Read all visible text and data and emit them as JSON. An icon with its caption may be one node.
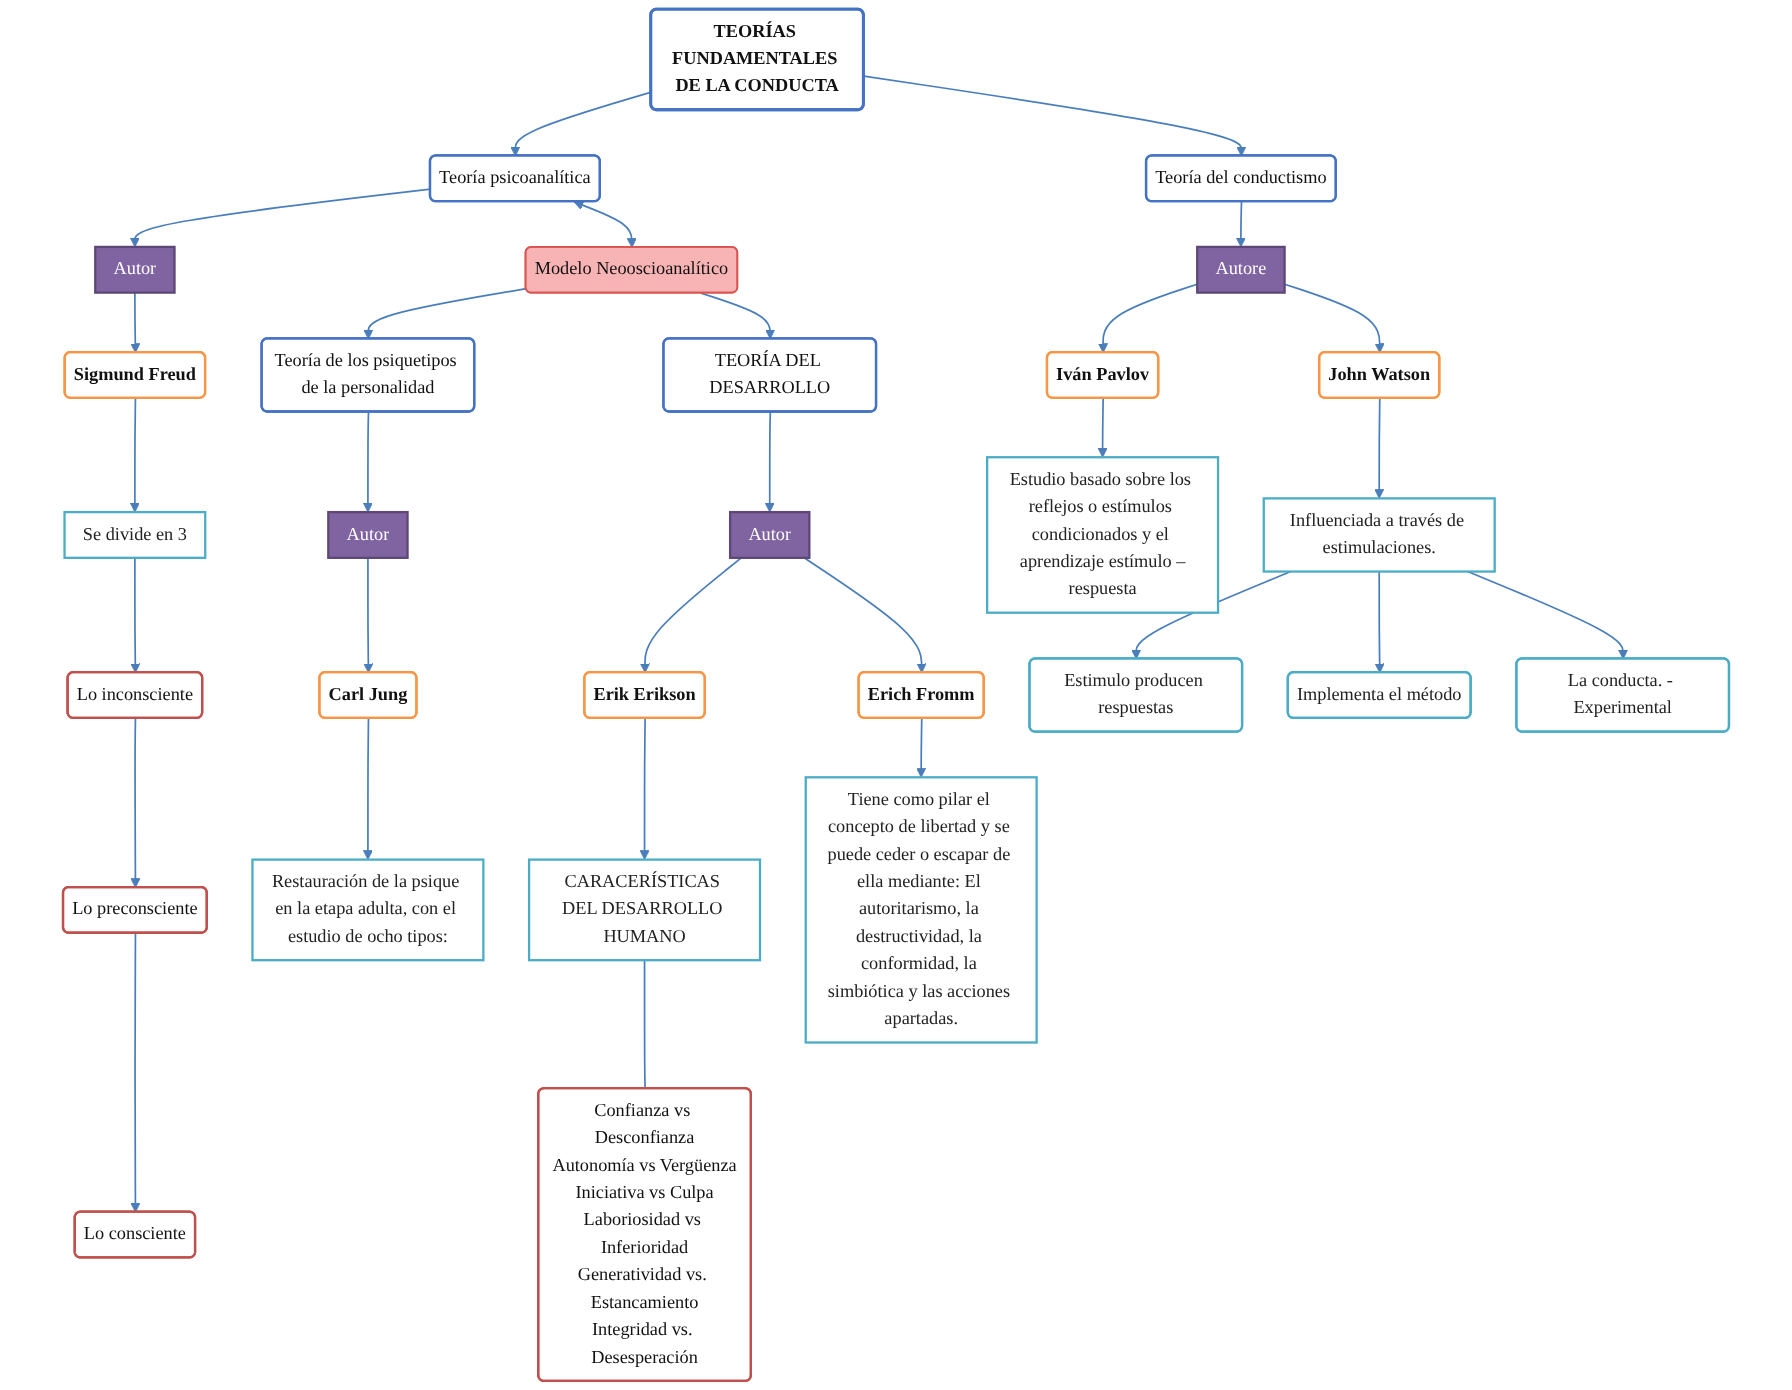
{
  "diagram": {
    "nodes": [
      {
        "text": [
          "TEORÍAS FUNDAMENTALES DE LA CONDUCTA"
        ]
      },
      {
        "text": [
          "Teoría psicoanalítica"
        ]
      },
      {
        "text": [
          "Autor"
        ]
      },
      {
        "text": [
          "Sigmund Freud"
        ]
      },
      {
        "text": [
          "Se divide en 3"
        ]
      },
      {
        "text": [
          "Lo inconsciente"
        ]
      },
      {
        "text": [
          "Lo preconsciente"
        ]
      },
      {
        "text": [
          "Lo consciente"
        ]
      },
      {
        "text": [
          "Modelo Neooscioanalítico"
        ]
      },
      {
        "text": [
          "Teoría de los psiquetipos de la personalidad"
        ]
      },
      {
        "text": [
          "TEORÍA DEL DESARROLLO"
        ]
      },
      {
        "text": [
          "Autor"
        ]
      },
      {
        "text": [
          "Carl Jung"
        ]
      },
      {
        "text": [
          "Restauración de la psique en la etapa adulta, con el estudio de ocho tipos:"
        ]
      },
      {
        "text": [
          "Autor"
        ]
      },
      {
        "text": [
          "Erik Erikson"
        ]
      },
      {
        "text": [
          "Erich Fromm"
        ]
      },
      {
        "text": [
          "CARACERÍSTICAS DEL DESARROLLO HUMANO"
        ]
      },
      {
        "text": [
          "Confianza vs Desconfianza",
          "Autonomía vs Vergüenza",
          "Iniciativa vs Culpa",
          "Laboriosidad vs Inferioridad",
          "Generatividad vs. Estancamiento",
          "Integridad vs. Desesperación"
        ]
      },
      {
        "text": [
          "Tiene como pilar el concepto de libertad y se puede ceder o escapar de ella mediante: El autoritarismo, la destructividad, la conformidad, la simbiótica y las acciones apartadas."
        ]
      },
      {
        "text": [
          "Teoría del conductismo"
        ]
      },
      {
        "text": [
          "Autore"
        ]
      },
      {
        "text": [
          "Iván Pavlov"
        ]
      },
      {
        "text": [
          "John Watson"
        ]
      },
      {
        "text": [
          "Estudio basado sobre los reflejos o estímulos condicionados y el aprendizaje estímulo –respuesta"
        ]
      },
      {
        "text": [
          "Influenciada a través de estimulaciones."
        ]
      },
      {
        "text": [
          "Estimulo producen respuestas"
        ]
      },
      {
        "text": [
          "Implementa el método"
        ]
      },
      {
        "text": [
          "La conducta. - Experimental"
        ]
      }
    ],
    "edges": [
      {
        "from": 0,
        "to": 1,
        "arrow": "to"
      },
      {
        "from": 0,
        "to": 20,
        "arrow": "to"
      },
      {
        "from": 1,
        "to": 2,
        "arrow": "to"
      },
      {
        "from": 2,
        "to": 3,
        "arrow": "to"
      },
      {
        "from": 3,
        "to": 4,
        "arrow": "to"
      },
      {
        "from": 4,
        "to": 5,
        "arrow": "to"
      },
      {
        "from": 5,
        "to": 6,
        "arrow": "to"
      },
      {
        "from": 6,
        "to": 7,
        "arrow": "to"
      },
      {
        "from": 1,
        "to": 8,
        "arrow": "both"
      },
      {
        "from": 8,
        "to": 9,
        "arrow": "to"
      },
      {
        "from": 8,
        "to": 10,
        "arrow": "to"
      },
      {
        "from": 9,
        "to": 11,
        "arrow": "to"
      },
      {
        "from": 11,
        "to": 12,
        "arrow": "to"
      },
      {
        "from": 12,
        "to": 13,
        "arrow": "to"
      },
      {
        "from": 10,
        "to": 14,
        "arrow": "to"
      },
      {
        "from": 14,
        "to": 15,
        "arrow": "to"
      },
      {
        "from": 14,
        "to": 16,
        "arrow": "to"
      },
      {
        "from": 15,
        "to": 17,
        "arrow": "to"
      },
      {
        "from": 17,
        "to": 18,
        "arrow": "none"
      },
      {
        "from": 16,
        "to": 19,
        "arrow": "to"
      },
      {
        "from": 20,
        "to": 21,
        "arrow": "to"
      },
      {
        "from": 21,
        "to": 22,
        "arrow": "to"
      },
      {
        "from": 21,
        "to": 23,
        "arrow": "to"
      },
      {
        "from": 22,
        "to": 24,
        "arrow": "to"
      },
      {
        "from": 23,
        "to": 25,
        "arrow": "to"
      },
      {
        "from": 25,
        "to": 26,
        "arrow": "to"
      },
      {
        "from": 25,
        "to": 27,
        "arrow": "to"
      },
      {
        "from": 25,
        "to": 28,
        "arrow": "to"
      }
    ]
  }
}
